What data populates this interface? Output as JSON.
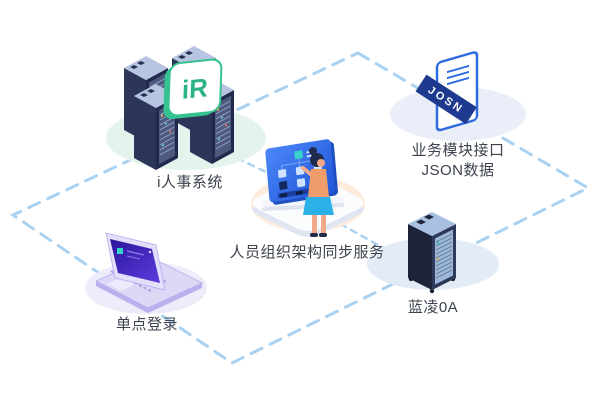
{
  "diagram": {
    "type": "isometric-integration-diagram",
    "nodes": {
      "hr_system": {
        "label": "i人事系统",
        "badge_text": "iR"
      },
      "json_api": {
        "label_line1": "业务模块接口",
        "label_line2": "JSON数据",
        "ribbon_text": "JOSN"
      },
      "sync_service": {
        "label": "人员组织架构同步服务"
      },
      "sso_login": {
        "label": "单点登录"
      },
      "oa_system": {
        "label": "蓝凌0A"
      }
    },
    "colors": {
      "connector_blue": "#a9d1f1",
      "ellipse_mint": "#e4f3eb",
      "ellipse_blue": "#e9eef8",
      "ellipse_peach": "#fdecdc",
      "ellipse_lavender": "#ececfa",
      "ellipse_steel": "#e3ebf6",
      "badge_green": "#35c28f",
      "badge_text_green": "#2db287",
      "ribbon_navy": "#1d3a8f",
      "doc_border_blue": "#2e6be0",
      "board_blue": "#2f6ef2",
      "accent_teal": "#37d3c8",
      "laptop_purple": "#3a21ae",
      "server_navy": "#232c4e",
      "label_text": "#3c424e"
    }
  }
}
